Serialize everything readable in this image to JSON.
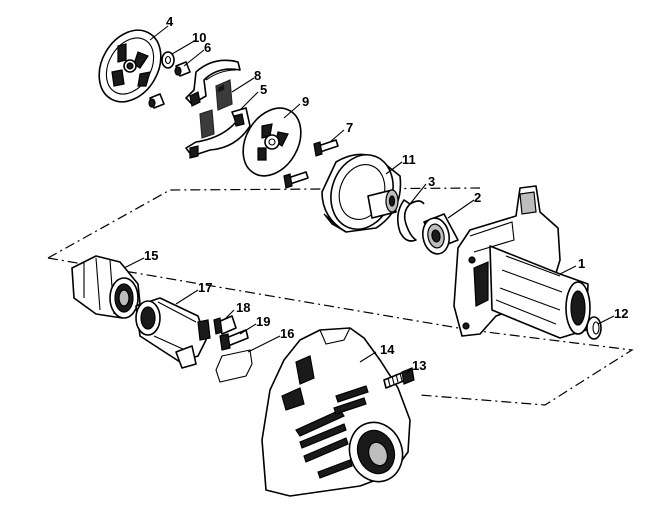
{
  "callouts": {
    "c1": "1",
    "c2": "2",
    "c3": "3",
    "c4": "4",
    "c5": "5",
    "c6": "6",
    "c7": "7",
    "c8": "8",
    "c9": "9",
    "c10": "10",
    "c11": "11",
    "c12": "12",
    "c13": "13",
    "c14": "14",
    "c15": "15",
    "c16": "16",
    "c17": "17",
    "c18": "18",
    "c19": "19"
  }
}
